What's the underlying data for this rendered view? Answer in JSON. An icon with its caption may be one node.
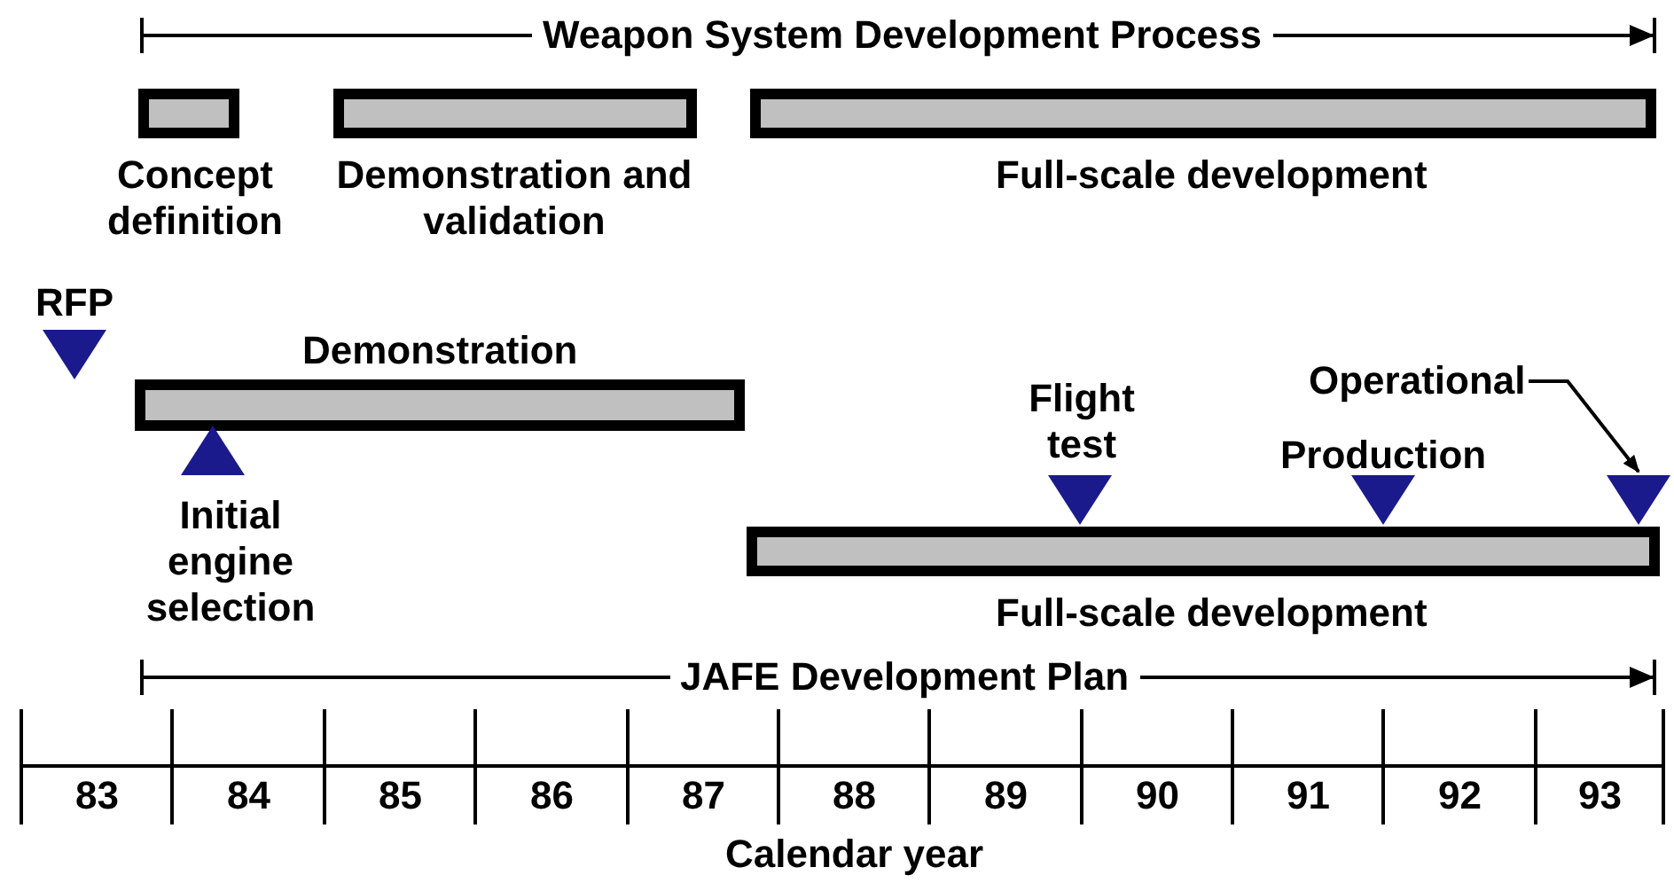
{
  "diagram": {
    "nodes": [
      {
        "text": [
          "Concept definition"
        ]
      },
      {
        "text": [
          "Demonstration and validation"
        ]
      },
      {
        "text": [
          "Full-scale development"
        ]
      },
      {
        "text": [],
        "shape": "triangle",
        "beside": [
          "RFP"
        ]
      },
      {
        "text": [
          "Demonstration"
        ]
      },
      {
        "text": [
          "Operational"
        ]
      },
      {
        "text": [],
        "shape": "triangle",
        "beside": [
          "Initial engine selection"
        ]
      },
      {
        "text": [],
        "shape": "triangle",
        "beside": [
          "Flight test"
        ]
      },
      {
        "text": [],
        "shape": "triangle",
        "beside": [
          "Production"
        ]
      },
      {
        "text": [],
        "shape": "triangle"
      },
      {
        "text": [
          "Full-scale development"
        ]
      }
    ],
    "edges": [
      {
        "from": 5,
        "to": 9,
        "arrow": "to"
      }
    ],
    "labels": [
      "Weapon System Development Process",
      "JAFE Development Plan",
      "83",
      "84",
      "85",
      "86",
      "87",
      "88",
      "89",
      "90",
      "91",
      "92",
      "93",
      "Calendar year"
    ]
  }
}
